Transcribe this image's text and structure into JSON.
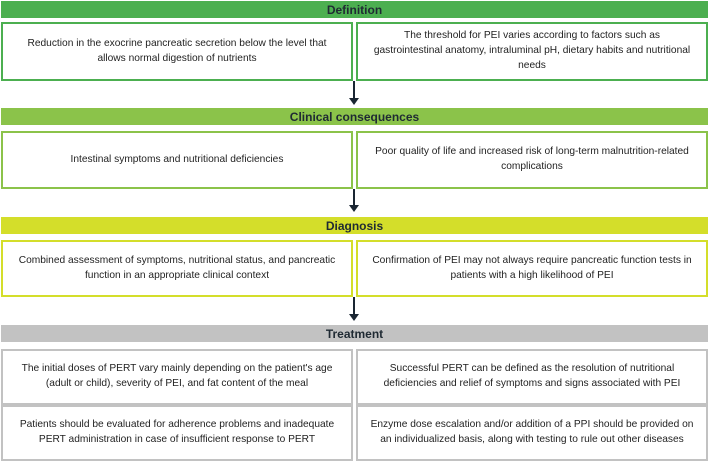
{
  "colors": {
    "definition": "#4caf50",
    "clinical": "#8bc34a",
    "diagnosis": "#d4de2a",
    "treatment": "#c2c2c2",
    "arrow": "#1a2633"
  },
  "sections": {
    "definition": {
      "title": "Definition",
      "left": "Reduction in the exocrine pancreatic secretion below the level that allows normal digestion of nutrients",
      "right": "The threshold for PEI varies according to factors such as gastrointestinal anatomy, intraluminal pH, dietary habits and nutritional needs"
    },
    "clinical": {
      "title": "Clinical consequences",
      "left": "Intestinal symptoms and nutritional deficiencies",
      "right": "Poor quality of life and increased risk of long-term malnutrition-related complications"
    },
    "diagnosis": {
      "title": "Diagnosis",
      "left": "Combined assessment of symptoms, nutritional status, and pancreatic function in an appropriate clinical context",
      "right": "Confirmation of PEI may not always require pancreatic function tests in patients with a high likelihood of PEI"
    },
    "treatment": {
      "title": "Treatment",
      "row1_left": "The initial doses of PERT vary mainly depending on the patient's age (adult or child), severity of PEI, and fat content of the meal",
      "row1_right": "Successful PERT can be defined as the resolution of nutritional deficiencies and relief of symptoms and signs associated with PEI",
      "row2_left": "Patients should be evaluated for adherence problems and inadequate PERT administration in case of insufficient response to PERT",
      "row2_right": "Enzyme dose escalation and/or addition of a PPI should be provided on an individualized basis, along with testing to rule out other diseases"
    }
  }
}
